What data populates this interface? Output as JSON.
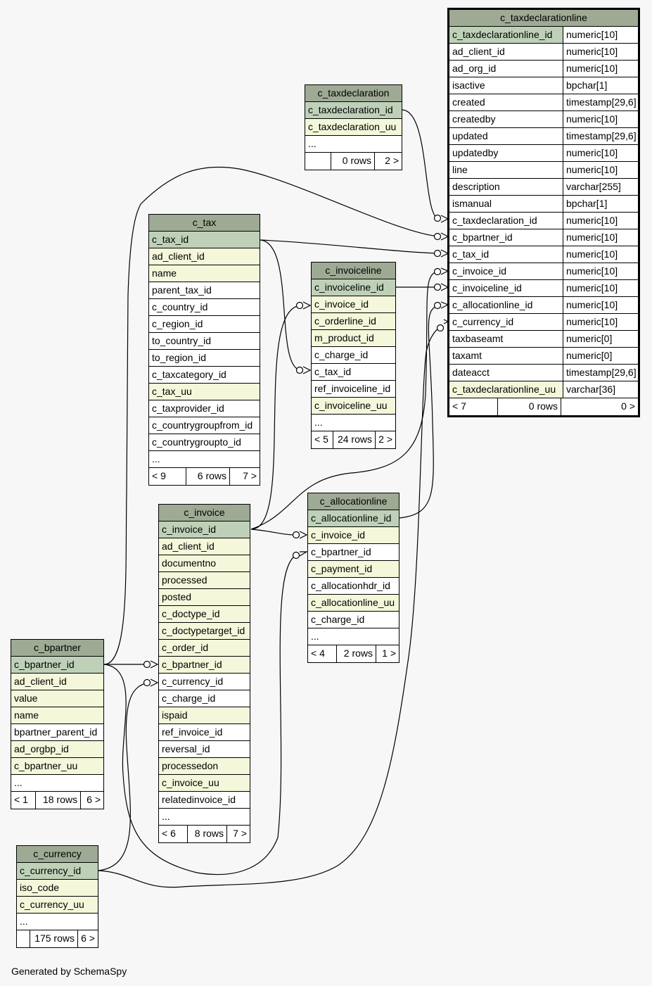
{
  "footer": "Generated by SchemaSpy",
  "colors": {
    "header": "#9eaa94",
    "pk": "#bed1b8",
    "fk": "#f4f7da",
    "plain": "#ffffff",
    "background": "#f7f7f7"
  },
  "tables": {
    "c_taxdeclarationline": {
      "title": "c_taxdeclarationline",
      "columns": [
        {
          "name": "c_taxdeclarationline_id",
          "type": "numeric[10]",
          "kind": "pk"
        },
        {
          "name": "ad_client_id",
          "type": "numeric[10]",
          "kind": "plain"
        },
        {
          "name": "ad_org_id",
          "type": "numeric[10]",
          "kind": "plain"
        },
        {
          "name": "isactive",
          "type": "bpchar[1]",
          "kind": "plain"
        },
        {
          "name": "created",
          "type": "timestamp[29,6]",
          "kind": "plain"
        },
        {
          "name": "createdby",
          "type": "numeric[10]",
          "kind": "plain"
        },
        {
          "name": "updated",
          "type": "timestamp[29,6]",
          "kind": "plain"
        },
        {
          "name": "updatedby",
          "type": "numeric[10]",
          "kind": "plain"
        },
        {
          "name": "line",
          "type": "numeric[10]",
          "kind": "plain"
        },
        {
          "name": "description",
          "type": "varchar[255]",
          "kind": "plain"
        },
        {
          "name": "ismanual",
          "type": "bpchar[1]",
          "kind": "plain"
        },
        {
          "name": "c_taxdeclaration_id",
          "type": "numeric[10]",
          "kind": "plain"
        },
        {
          "name": "c_bpartner_id",
          "type": "numeric[10]",
          "kind": "plain"
        },
        {
          "name": "c_tax_id",
          "type": "numeric[10]",
          "kind": "plain"
        },
        {
          "name": "c_invoice_id",
          "type": "numeric[10]",
          "kind": "plain"
        },
        {
          "name": "c_invoiceline_id",
          "type": "numeric[10]",
          "kind": "plain"
        },
        {
          "name": "c_allocationline_id",
          "type": "numeric[10]",
          "kind": "plain"
        },
        {
          "name": "c_currency_id",
          "type": "numeric[10]",
          "kind": "plain"
        },
        {
          "name": "taxbaseamt",
          "type": "numeric[0]",
          "kind": "plain"
        },
        {
          "name": "taxamt",
          "type": "numeric[0]",
          "kind": "plain"
        },
        {
          "name": "dateacct",
          "type": "timestamp[29,6]",
          "kind": "plain"
        },
        {
          "name": "c_taxdeclarationline_uu",
          "type": "varchar[36]",
          "kind": "fk"
        }
      ],
      "footer": [
        "< 7",
        "0 rows",
        "0 >"
      ]
    },
    "c_taxdeclaration": {
      "title": "c_taxdeclaration",
      "columns": [
        {
          "name": "c_taxdeclaration_id",
          "kind": "pk"
        },
        {
          "name": "c_taxdeclaration_uu",
          "kind": "fk"
        },
        {
          "name": "...",
          "kind": "plain"
        }
      ],
      "footer": [
        "",
        "0 rows",
        "2 >"
      ]
    },
    "c_tax": {
      "title": "c_tax",
      "columns": [
        {
          "name": "c_tax_id",
          "kind": "pk"
        },
        {
          "name": "ad_client_id",
          "kind": "fk"
        },
        {
          "name": "name",
          "kind": "fk"
        },
        {
          "name": "parent_tax_id",
          "kind": "plain"
        },
        {
          "name": "c_country_id",
          "kind": "plain"
        },
        {
          "name": "c_region_id",
          "kind": "plain"
        },
        {
          "name": "to_country_id",
          "kind": "plain"
        },
        {
          "name": "to_region_id",
          "kind": "plain"
        },
        {
          "name": "c_taxcategory_id",
          "kind": "plain"
        },
        {
          "name": "c_tax_uu",
          "kind": "fk"
        },
        {
          "name": "c_taxprovider_id",
          "kind": "plain"
        },
        {
          "name": "c_countrygroupfrom_id",
          "kind": "plain"
        },
        {
          "name": "c_countrygroupto_id",
          "kind": "plain"
        },
        {
          "name": "...",
          "kind": "plain"
        }
      ],
      "footer": [
        "< 9",
        "6 rows",
        "7 >"
      ]
    },
    "c_invoiceline": {
      "title": "c_invoiceline",
      "columns": [
        {
          "name": "c_invoiceline_id",
          "kind": "pk"
        },
        {
          "name": "c_invoice_id",
          "kind": "fk"
        },
        {
          "name": "c_orderline_id",
          "kind": "fk"
        },
        {
          "name": "m_product_id",
          "kind": "fk"
        },
        {
          "name": "c_charge_id",
          "kind": "plain"
        },
        {
          "name": "c_tax_id",
          "kind": "plain"
        },
        {
          "name": "ref_invoiceline_id",
          "kind": "plain"
        },
        {
          "name": "c_invoiceline_uu",
          "kind": "fk"
        },
        {
          "name": "...",
          "kind": "plain"
        }
      ],
      "footer": [
        "< 5",
        "24 rows",
        "2 >"
      ]
    },
    "c_invoice": {
      "title": "c_invoice",
      "columns": [
        {
          "name": "c_invoice_id",
          "kind": "pk"
        },
        {
          "name": "ad_client_id",
          "kind": "fk"
        },
        {
          "name": "documentno",
          "kind": "fk"
        },
        {
          "name": "processed",
          "kind": "fk"
        },
        {
          "name": "posted",
          "kind": "fk"
        },
        {
          "name": "c_doctype_id",
          "kind": "fk"
        },
        {
          "name": "c_doctypetarget_id",
          "kind": "fk"
        },
        {
          "name": "c_order_id",
          "kind": "fk"
        },
        {
          "name": "c_bpartner_id",
          "kind": "fk"
        },
        {
          "name": "c_currency_id",
          "kind": "plain"
        },
        {
          "name": "c_charge_id",
          "kind": "plain"
        },
        {
          "name": "ispaid",
          "kind": "fk"
        },
        {
          "name": "ref_invoice_id",
          "kind": "plain"
        },
        {
          "name": "reversal_id",
          "kind": "plain"
        },
        {
          "name": "processedon",
          "kind": "fk"
        },
        {
          "name": "c_invoice_uu",
          "kind": "fk"
        },
        {
          "name": "relatedinvoice_id",
          "kind": "plain"
        },
        {
          "name": "...",
          "kind": "plain"
        }
      ],
      "footer": [
        "< 6",
        "8 rows",
        "7 >"
      ]
    },
    "c_allocationline": {
      "title": "c_allocationline",
      "columns": [
        {
          "name": "c_allocationline_id",
          "kind": "pk"
        },
        {
          "name": "c_invoice_id",
          "kind": "fk"
        },
        {
          "name": "c_bpartner_id",
          "kind": "plain"
        },
        {
          "name": "c_payment_id",
          "kind": "fk"
        },
        {
          "name": "c_allocationhdr_id",
          "kind": "plain"
        },
        {
          "name": "c_allocationline_uu",
          "kind": "fk"
        },
        {
          "name": "c_charge_id",
          "kind": "plain"
        },
        {
          "name": "...",
          "kind": "plain"
        }
      ],
      "footer": [
        "< 4",
        "2 rows",
        "1 >"
      ]
    },
    "c_bpartner": {
      "title": "c_bpartner",
      "columns": [
        {
          "name": "c_bpartner_id",
          "kind": "pk"
        },
        {
          "name": "ad_client_id",
          "kind": "fk"
        },
        {
          "name": "value",
          "kind": "fk"
        },
        {
          "name": "name",
          "kind": "fk"
        },
        {
          "name": "bpartner_parent_id",
          "kind": "plain"
        },
        {
          "name": "ad_orgbp_id",
          "kind": "fk"
        },
        {
          "name": "c_bpartner_uu",
          "kind": "fk"
        },
        {
          "name": "...",
          "kind": "plain"
        }
      ],
      "footer": [
        "< 1",
        "18 rows",
        "6 >"
      ]
    },
    "c_currency": {
      "title": "c_currency",
      "columns": [
        {
          "name": "c_currency_id",
          "kind": "pk"
        },
        {
          "name": "iso_code",
          "kind": "fk"
        },
        {
          "name": "c_currency_uu",
          "kind": "fk"
        },
        {
          "name": "...",
          "kind": "plain"
        }
      ],
      "footer": [
        "",
        "175 rows",
        "6 >"
      ]
    }
  }
}
